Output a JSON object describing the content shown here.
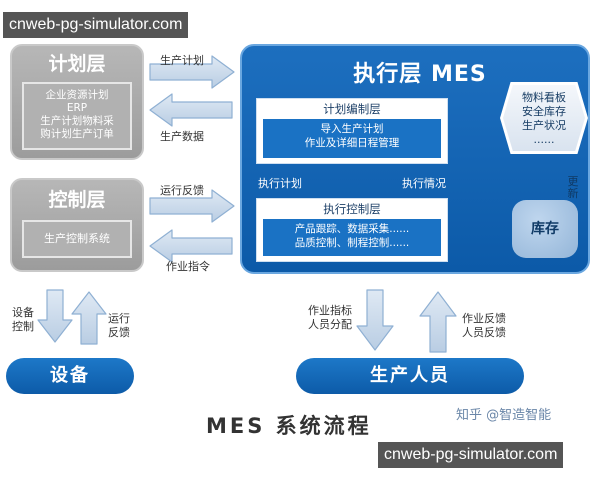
{
  "watermark": "cnweb-pg-simulator.com",
  "plan_layer": {
    "title": "计划层",
    "items": [
      "企业资源计划",
      "ERP",
      "生产计划物料采",
      "购计划生产订单"
    ]
  },
  "control_layer": {
    "title": "控制层",
    "items": [
      "生产控制系统"
    ]
  },
  "arrows": {
    "production_plan": "生产计划",
    "production_data": "生产数据",
    "operation_feedback": "运行反馈",
    "work_instruction": "作业指令",
    "device_control": [
      "设备",
      "控制"
    ],
    "device_feedback": [
      "运行",
      "反馈"
    ],
    "work_indicators": [
      "作业指标",
      "人员分配"
    ],
    "work_feedback": [
      "作业反馈",
      "人员反馈"
    ]
  },
  "mes": {
    "title": "执行层 MES",
    "plan_box": {
      "title": "计划编制层",
      "lines": [
        "导入生产计划",
        "作业及详细日程管理"
      ]
    },
    "exec_plan_label": "执行计划",
    "exec_status_label": "执行情况",
    "control_box": {
      "title": "执行控制层",
      "lines": [
        "产品跟踪、数据采集......",
        "品质控制、制程控制......"
      ]
    }
  },
  "monitor": {
    "lines": [
      "物料看板",
      "安全库存",
      "生产状况",
      "......"
    ]
  },
  "update_label": [
    "更",
    "新"
  ],
  "inventory_label": "库存",
  "equipment_label": "设备",
  "personnel_label": "生产人员",
  "caption": "MES 系统流程",
  "credit": "知乎 @智造智能"
}
